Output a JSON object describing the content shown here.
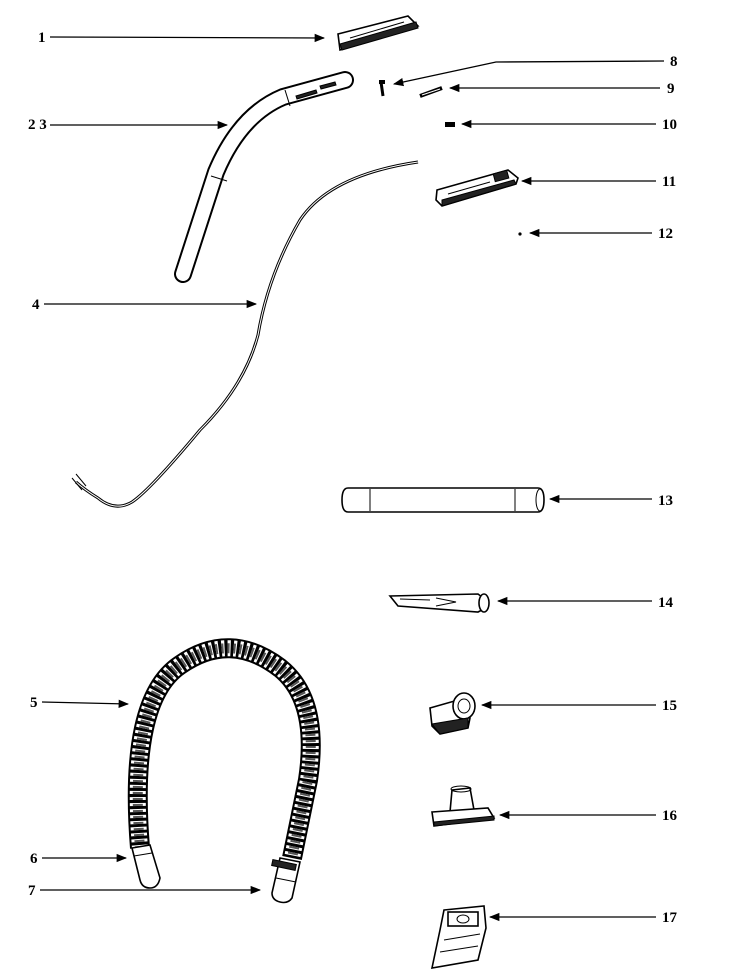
{
  "callouts": {
    "c1": "1",
    "c23": "2 3",
    "c4": "4",
    "c5": "5",
    "c6": "6",
    "c7": "7",
    "c8": "8",
    "c9": "9",
    "c10": "10",
    "c11": "11",
    "c12": "12",
    "c13": "13",
    "c14": "14",
    "c15": "15",
    "c16": "16",
    "c17": "17"
  }
}
